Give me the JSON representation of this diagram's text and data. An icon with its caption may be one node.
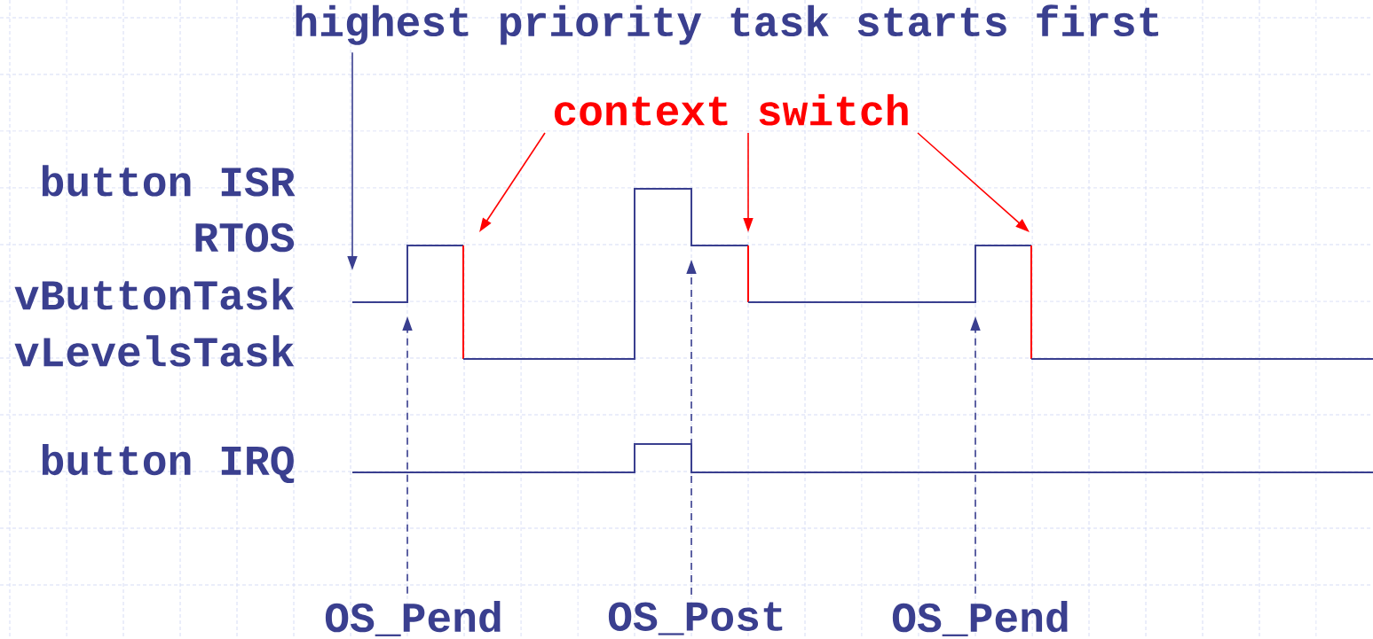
{
  "diagram": {
    "nodes": [
      {
        "text": [
          "highest priority task starts first"
        ]
      },
      {
        "text": [
          "context switch"
        ]
      },
      {
        "text": [
          "OS_Pend"
        ]
      },
      {
        "text": [
          "OS_Post"
        ]
      },
      {
        "text": [
          "OS_Pend"
        ]
      },
      {
        "text": [],
        "shape": "waveform"
      }
    ],
    "edges": [
      {
        "from": 0,
        "to": 5,
        "arrow": "to"
      },
      {
        "from": 1,
        "to": 5,
        "arrow": "to",
        "color": "#ff0000"
      },
      {
        "from": 1,
        "to": 5,
        "arrow": "to",
        "color": "#ff0000"
      },
      {
        "from": 1,
        "to": 5,
        "arrow": "to",
        "color": "#ff0000"
      },
      {
        "from": 2,
        "to": 5,
        "arrow": "to",
        "style": "dashed"
      },
      {
        "from": 3,
        "to": 5,
        "arrow": "to",
        "style": "dashed"
      },
      {
        "from": 4,
        "to": 5,
        "arrow": "to",
        "style": "dashed"
      }
    ],
    "labels": [
      "button ISR",
      "RTOS",
      "vButtonTask",
      "vLevelsTask",
      "button IRQ"
    ]
  }
}
